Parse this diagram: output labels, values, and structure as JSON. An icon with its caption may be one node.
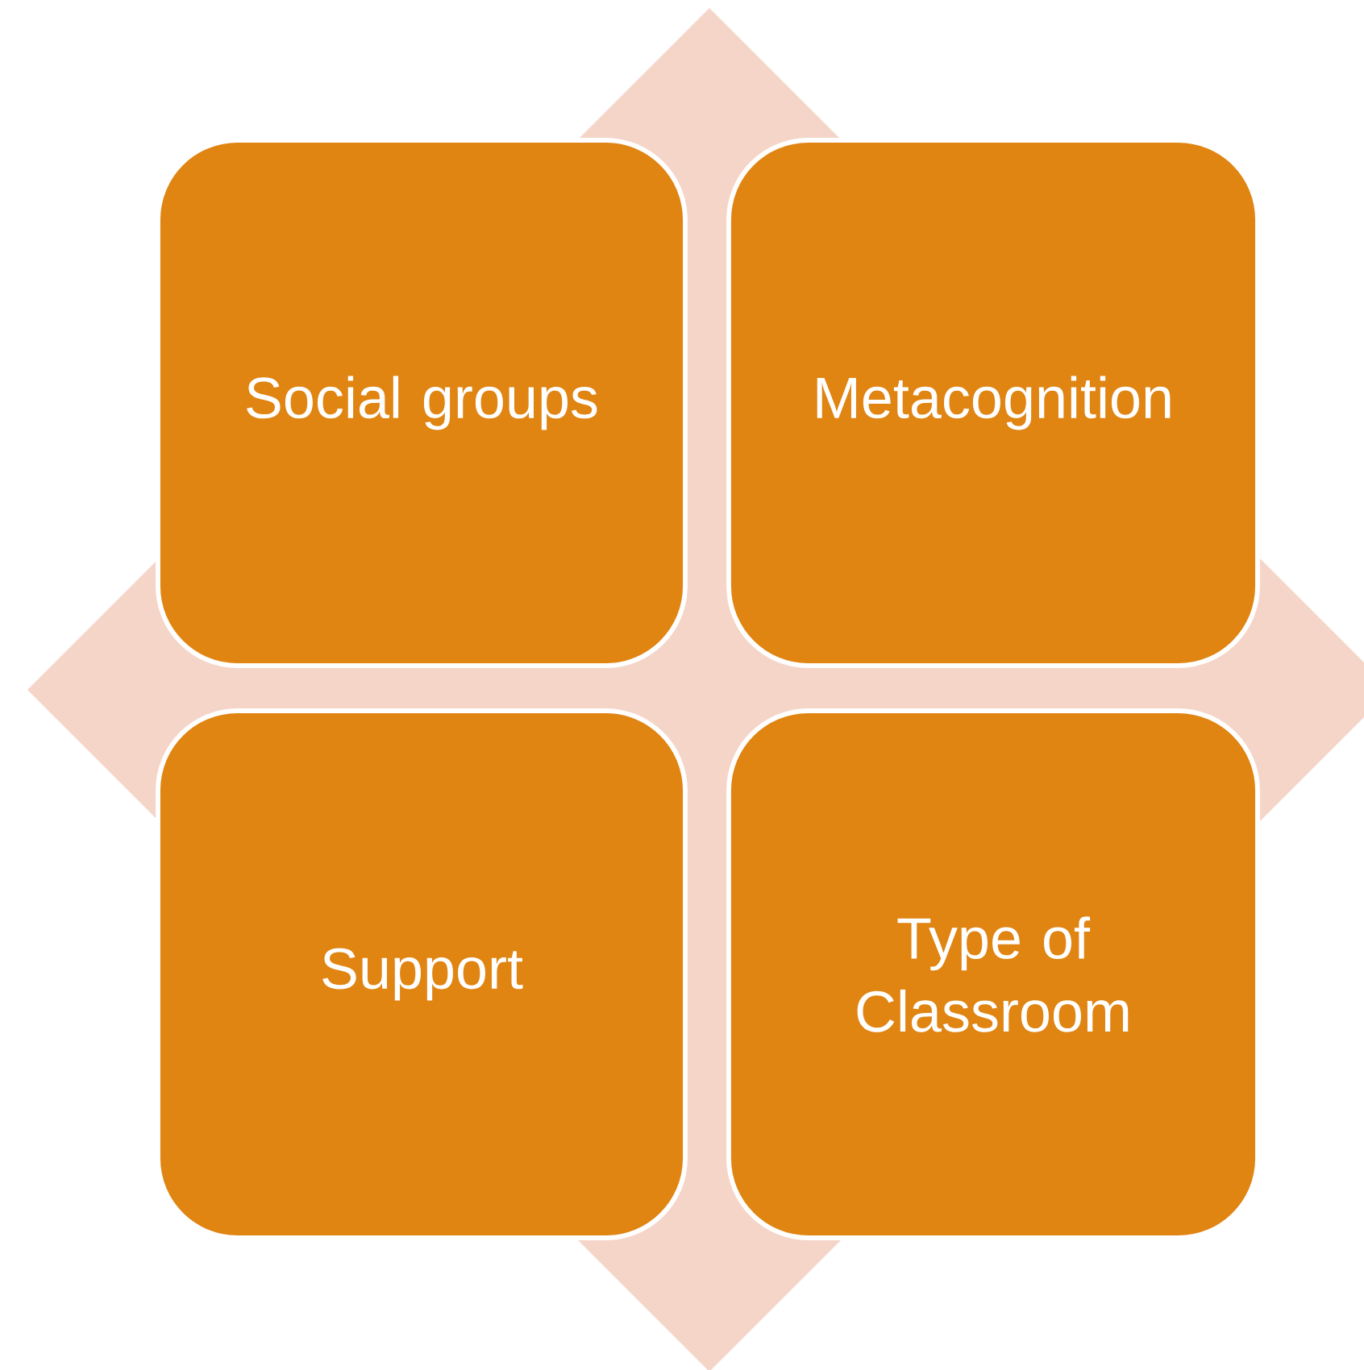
{
  "diagram": {
    "nodes": [
      {
        "text": [
          "Social groups"
        ]
      },
      {
        "text": [
          "Metacognition"
        ]
      },
      {
        "text": [
          "Support"
        ]
      },
      {
        "text": [
          "Type of Classroom"
        ]
      }
    ]
  }
}
